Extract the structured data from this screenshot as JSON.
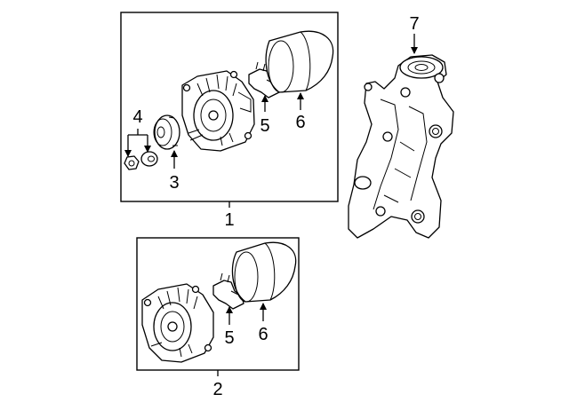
{
  "callouts": {
    "alternator_assembly": "1",
    "alternator_assembly_alt": "2",
    "pulley": "3",
    "nut_washer": "4",
    "regulator_top": "5",
    "cover_top": "6",
    "bracket": "7",
    "regulator_bottom": "5",
    "cover_bottom": "6"
  },
  "icons": [
    "alternator-icon",
    "pulley-icon",
    "nut-icon",
    "washer-icon",
    "regulator-icon",
    "cover-icon",
    "bracket-icon"
  ]
}
